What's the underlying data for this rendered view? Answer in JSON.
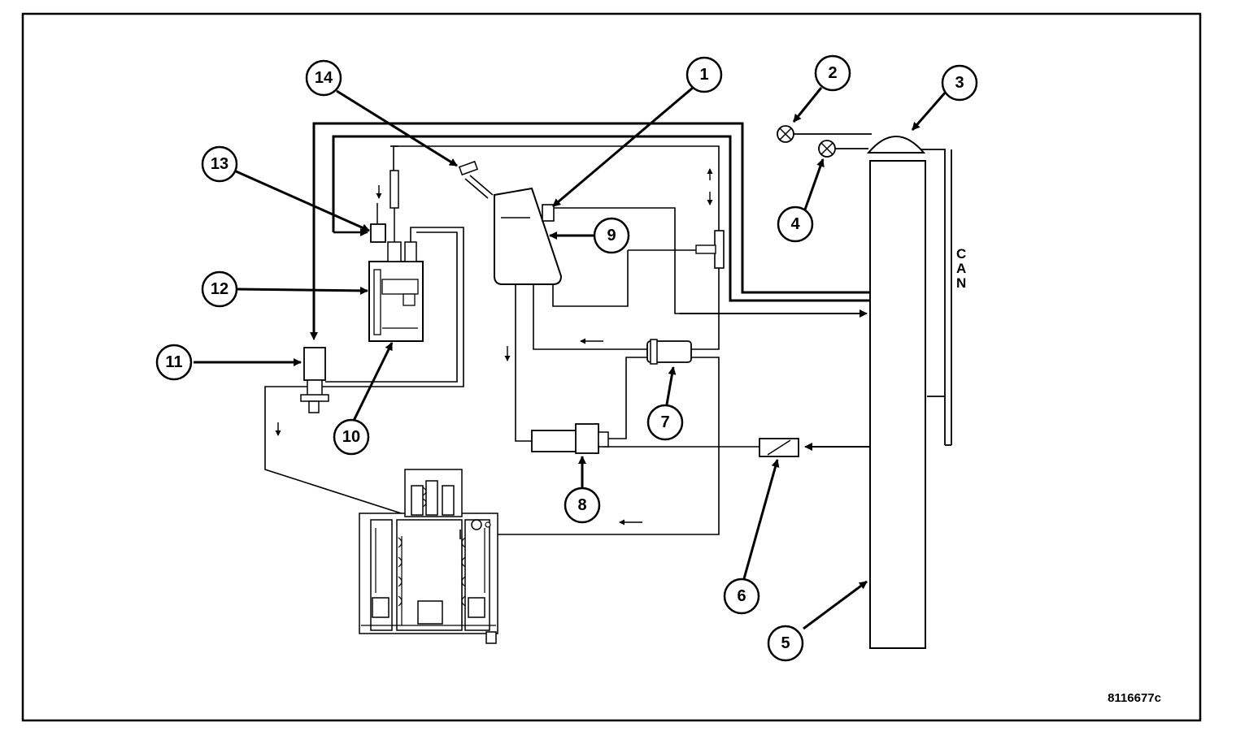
{
  "figure_id": "8116677c",
  "can_label": [
    "C",
    "A",
    "N"
  ],
  "callouts": {
    "c1": "1",
    "c2": "2",
    "c3": "3",
    "c4": "4",
    "c5": "5",
    "c6": "6",
    "c7": "7",
    "c8": "8",
    "c9": "9",
    "c10": "10",
    "c11": "11",
    "c12": "12",
    "c13": "13",
    "c14": "14"
  }
}
